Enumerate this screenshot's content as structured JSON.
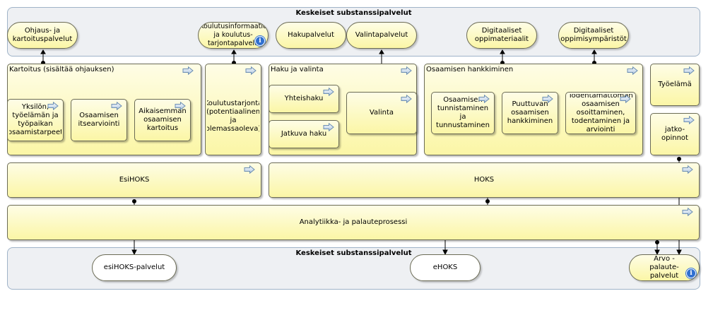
{
  "bands": {
    "top_title": "Keskeiset substanssipalvelut",
    "bottom_title": "Keskeiset substanssipalvelut"
  },
  "top_services": {
    "ohjaus": "Ohjaus- ja kartoituspalvelut",
    "koulutusinfo": "Koulutusinformaatio ja koulutus-tarjontapalvelu",
    "haku": "Hakupalvelut",
    "valinta": "Valintapalvelut",
    "dig_materiaalit": "Digitaaliset oppimateriaalit",
    "dig_ymparistot": "Digitaaliset oppimisympäristöt"
  },
  "processes": {
    "kartoitus": {
      "label": "Kartoitus (sisältää ohjauksen)",
      "children": {
        "yksilon": "Yksilön, työelämän ja työpaikan osaamistarpeet",
        "itsearviointi": "Osaamisen itsearviointi",
        "aiempi": "Aikaisemman osaamisen kartoitus"
      }
    },
    "koulutustarjonta": "Koulutustarjonta (potentiaalinen ja olemassaoleva)",
    "haku_valinta": {
      "label": "Haku ja valinta",
      "children": {
        "yhteishaku": "Yhteishaku",
        "jatkuva": "Jatkuva haku",
        "valinta": "Valinta"
      }
    },
    "hankkiminen": {
      "label": "Osaamisen hankkiminen",
      "children": {
        "tunnistaminen": "Osaamisen tunnistaminen ja tunnustaminen",
        "puuttuvan": "Puuttuvan osaamisen hankkiminen",
        "todentaminen": "Todentamattoman osaamisen osoittaminen, todentaminen ja arviointi"
      }
    },
    "tyoelama": "Työelämä",
    "jatko": "jatko-opinnot",
    "esihoks": "EsiHOKS",
    "hoks": "HOKS",
    "analytiikka": "Analytiikka- ja palauteprosessi"
  },
  "bottom_services": {
    "esihoks_palvelut": "esiHOKS-palvelut",
    "ehoks": "eHOKS",
    "arvo": "Arvo - palaute-palvelut"
  },
  "icons": {
    "process": "process-arrow-icon",
    "info": "info-icon",
    "info_glyph": "i"
  },
  "colors": {
    "box_top": "#fefde6",
    "box_bottom": "#fbf6a6",
    "band": "#eef0f3",
    "band_border": "#9fb3c8",
    "connector": "#000000",
    "info": "#2f6fd0"
  }
}
